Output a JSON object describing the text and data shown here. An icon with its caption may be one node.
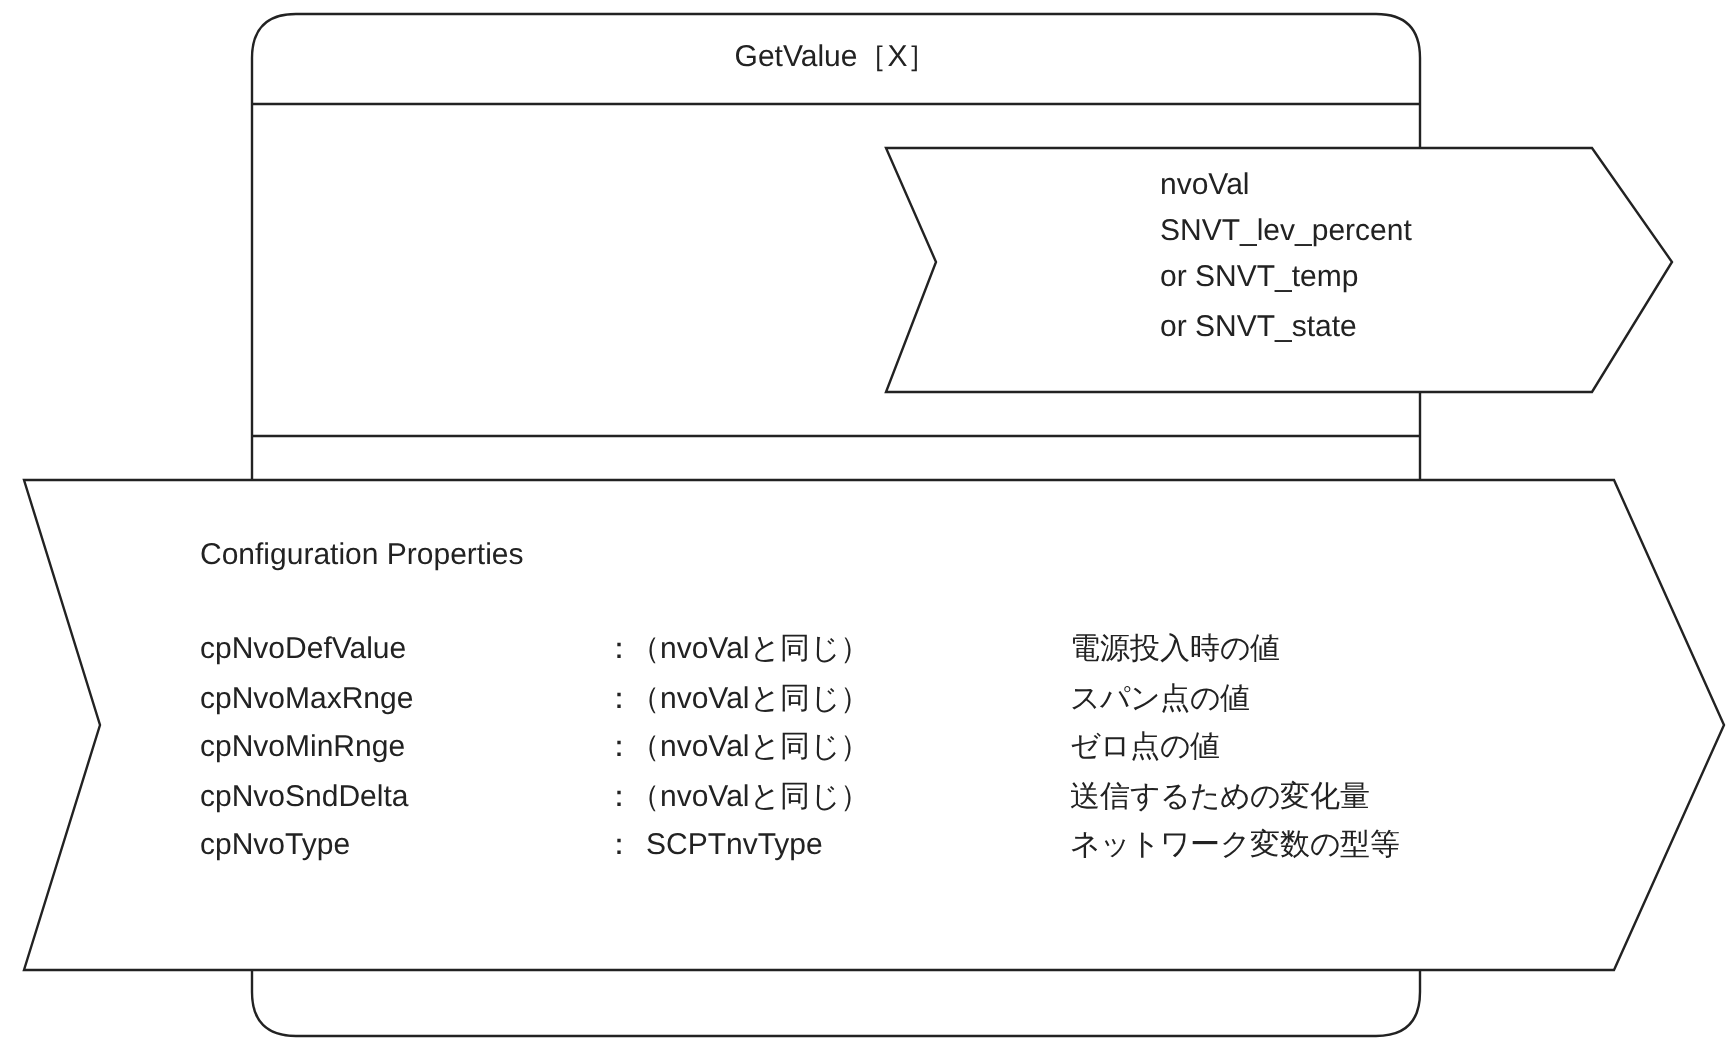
{
  "diagram": {
    "nodes": [
      {
        "text": [
          "GetValue［X］"
        ]
      },
      {
        "text": [
          "nvoVal",
          "SNVT_lev_percent",
          "or SNVT_temp",
          "or SNVT_state"
        ]
      },
      {
        "text": [
          "Configuration Properties",
          "cpNvoDefValue",
          "：",
          "（nvoValと同じ）",
          "電源投入時の値",
          "cpNvoMaxRnge",
          "：",
          "（nvoValと同じ）",
          "スパン点の値",
          "cpNvoMinRnge",
          "：",
          "（nvoValと同じ）",
          "ゼロ点の値",
          "cpNvoSndDelta",
          "：",
          "（nvoValと同じ）",
          "送信するための変化量",
          "cpNvoType",
          "：",
          "SCPTnvType",
          "ネットワーク変数の型等"
        ]
      }
    ]
  }
}
